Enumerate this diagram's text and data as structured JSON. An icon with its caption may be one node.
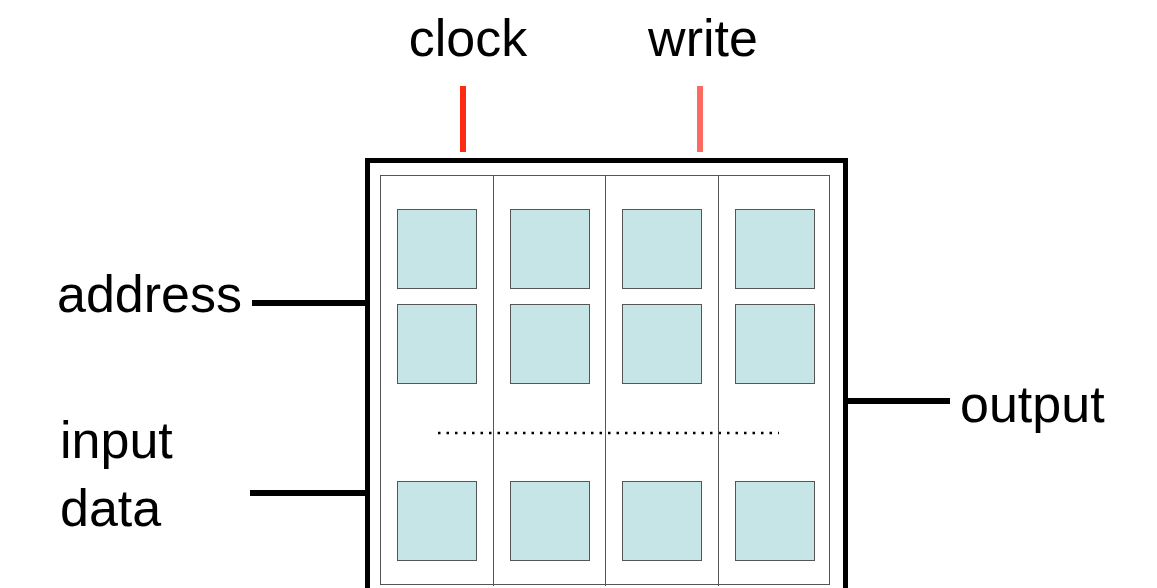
{
  "diagram": {
    "nodes": [
      {
        "text": [],
        "shape": "box"
      },
      {
        "text": [],
        "shape": "box",
        "in": 0
      },
      {
        "text": [],
        "shape": "box",
        "in": 1
      },
      {
        "text": [],
        "shape": "box",
        "in": 1
      },
      {
        "text": [],
        "shape": "box",
        "in": 1
      },
      {
        "text": [],
        "shape": "box",
        "in": 1
      },
      {
        "text": [],
        "shape": "box",
        "in": 2
      },
      {
        "text": [],
        "shape": "box",
        "in": 2
      },
      {
        "text": [],
        "shape": "box",
        "in": 2
      },
      {
        "text": [],
        "shape": "box",
        "in": 3
      },
      {
        "text": [],
        "shape": "box",
        "in": 3
      },
      {
        "text": [],
        "shape": "box",
        "in": 3
      },
      {
        "text": [],
        "shape": "box",
        "in": 4
      },
      {
        "text": [],
        "shape": "box",
        "in": 4
      },
      {
        "text": [],
        "shape": "box",
        "in": 4
      },
      {
        "text": [],
        "shape": "box",
        "in": 5
      },
      {
        "text": [],
        "shape": "box",
        "in": 5
      },
      {
        "text": [],
        "shape": "box",
        "in": 5
      },
      {
        "text": [
          "clock"
        ]
      },
      {
        "text": [
          "write"
        ]
      },
      {
        "text": [
          "address"
        ]
      },
      {
        "text": [
          "input data"
        ]
      },
      {
        "text": [
          "output"
        ]
      }
    ],
    "edges": [
      {
        "from": 18,
        "to": 0,
        "arrow": "none",
        "color": "#ff2a12"
      },
      {
        "from": 19,
        "to": 0,
        "arrow": "none",
        "color": "#fb6b61"
      },
      {
        "from": 20,
        "to": 0,
        "arrow": "none"
      },
      {
        "from": 21,
        "to": 0,
        "arrow": "none"
      },
      {
        "from": 0,
        "to": 22,
        "arrow": "none"
      }
    ]
  }
}
